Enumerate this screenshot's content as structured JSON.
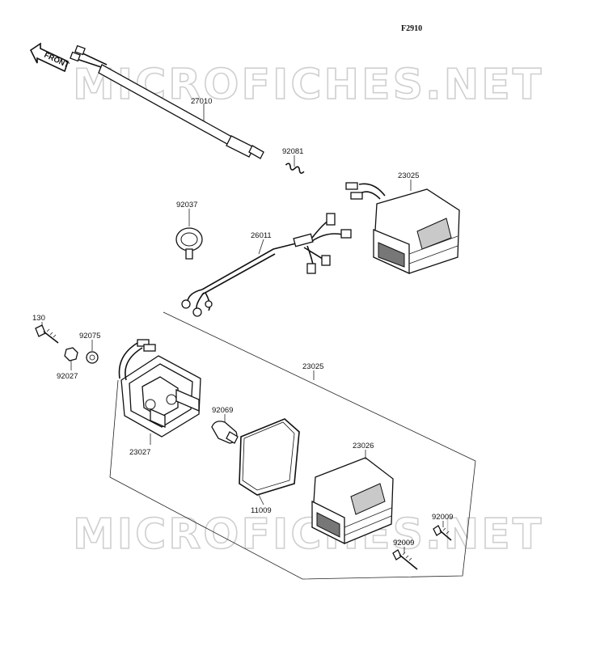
{
  "figure_code": "F2910",
  "front_arrow_text": "FRONT",
  "watermark_text": "MICROFICHES.NET",
  "part_labels": {
    "wire_harness": "27010",
    "spring": "92081",
    "lamp_assembly_top": "23025",
    "clamp": "92037",
    "sub_harness": "26011",
    "bolt": "130",
    "bushing": "92075",
    "nut": "92027",
    "lamp_assembly_group": "23025",
    "socket": "23027",
    "bulb": "92069",
    "lens": "23026",
    "gasket": "11009",
    "screw_upper": "92009",
    "screw_lower": "92009"
  }
}
